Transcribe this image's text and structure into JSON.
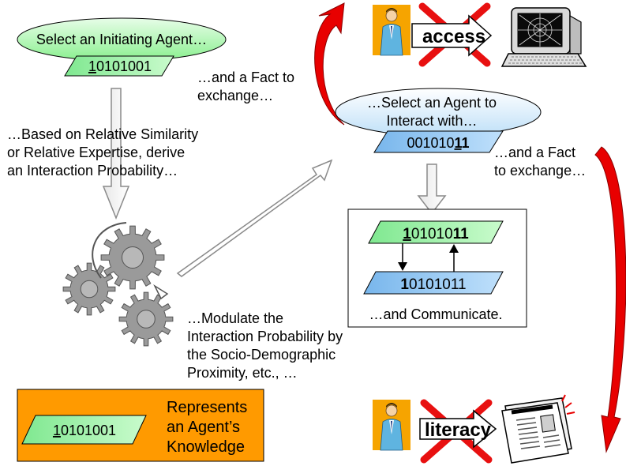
{
  "initiating": {
    "title": "Select an Initiating Agent…",
    "bits": [
      {
        "t": "1",
        "u": true
      },
      {
        "t": "0101001",
        "u": false
      }
    ],
    "fact_lines": [
      "…and a Fact to",
      "exchange…"
    ]
  },
  "similarity_lines": [
    "…Based on Relative Similarity",
    "or Relative Expertise, derive",
    "an Interaction Probability…"
  ],
  "modulate_lines": [
    "…Modulate the",
    "Interaction Probability by",
    "the Socio-Demographic",
    "Proximity, etc., …"
  ],
  "legend": {
    "bits": [
      {
        "t": "1",
        "u": true
      },
      {
        "t": "0101001",
        "u": false
      }
    ],
    "lines": [
      "Represents",
      "an Agent’s",
      "Knowledge"
    ]
  },
  "partner": {
    "title_lines": [
      "…Select an Agent to",
      "Interact with…"
    ],
    "bits": [
      {
        "t": "001010",
        "u": false
      },
      {
        "t": "1",
        "u": true,
        "b": true
      },
      {
        "t": "1",
        "u": false,
        "b": true
      }
    ],
    "fact_lines": [
      "…and a Fact",
      "to exchange…"
    ]
  },
  "communicate": {
    "top_bits": [
      {
        "t": "1",
        "u": true,
        "b": true
      },
      {
        "t": "01010",
        "u": false
      },
      {
        "t": "11",
        "u": false,
        "b": true
      }
    ],
    "bottom_bits": [
      {
        "t": "1",
        "u": false,
        "b": true
      },
      {
        "t": "0101011",
        "u": false
      }
    ],
    "caption": "…and Communicate."
  },
  "barriers": [
    {
      "word": "access"
    },
    {
      "word": "literacy"
    }
  ],
  "colors": {
    "green_box": "#9df5a8",
    "blue_box": "#8ec8f0",
    "orange": "#ff9a00",
    "red_arrow": "#e80000",
    "gear": "#9a9a9a"
  },
  "icons": [
    "businessman-icon",
    "red-x-icon",
    "computer-icon",
    "newspaper-icon",
    "gears-icon"
  ]
}
